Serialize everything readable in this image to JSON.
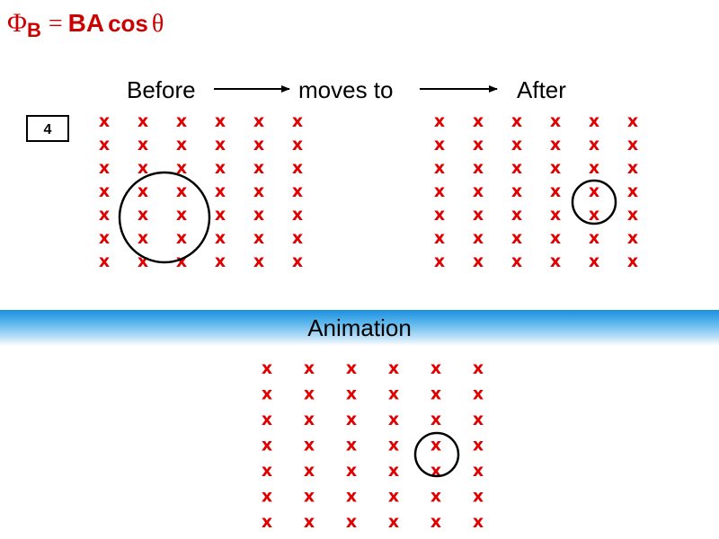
{
  "formula": {
    "symbol": "Φ",
    "subscript": "B",
    "equals": "=",
    "ba": "BA",
    "cos": "cos",
    "theta": "θ"
  },
  "labels": {
    "before": "Before",
    "moves_to": "moves to",
    "after": "After",
    "animation": "Animation"
  },
  "slide_number": "4",
  "field_mark": "x",
  "grid": {
    "rows": 7,
    "cols": 6
  },
  "colors": {
    "field_mark": "#e00000",
    "band_top": "#1a90e0",
    "formula": "#cc0000"
  }
}
